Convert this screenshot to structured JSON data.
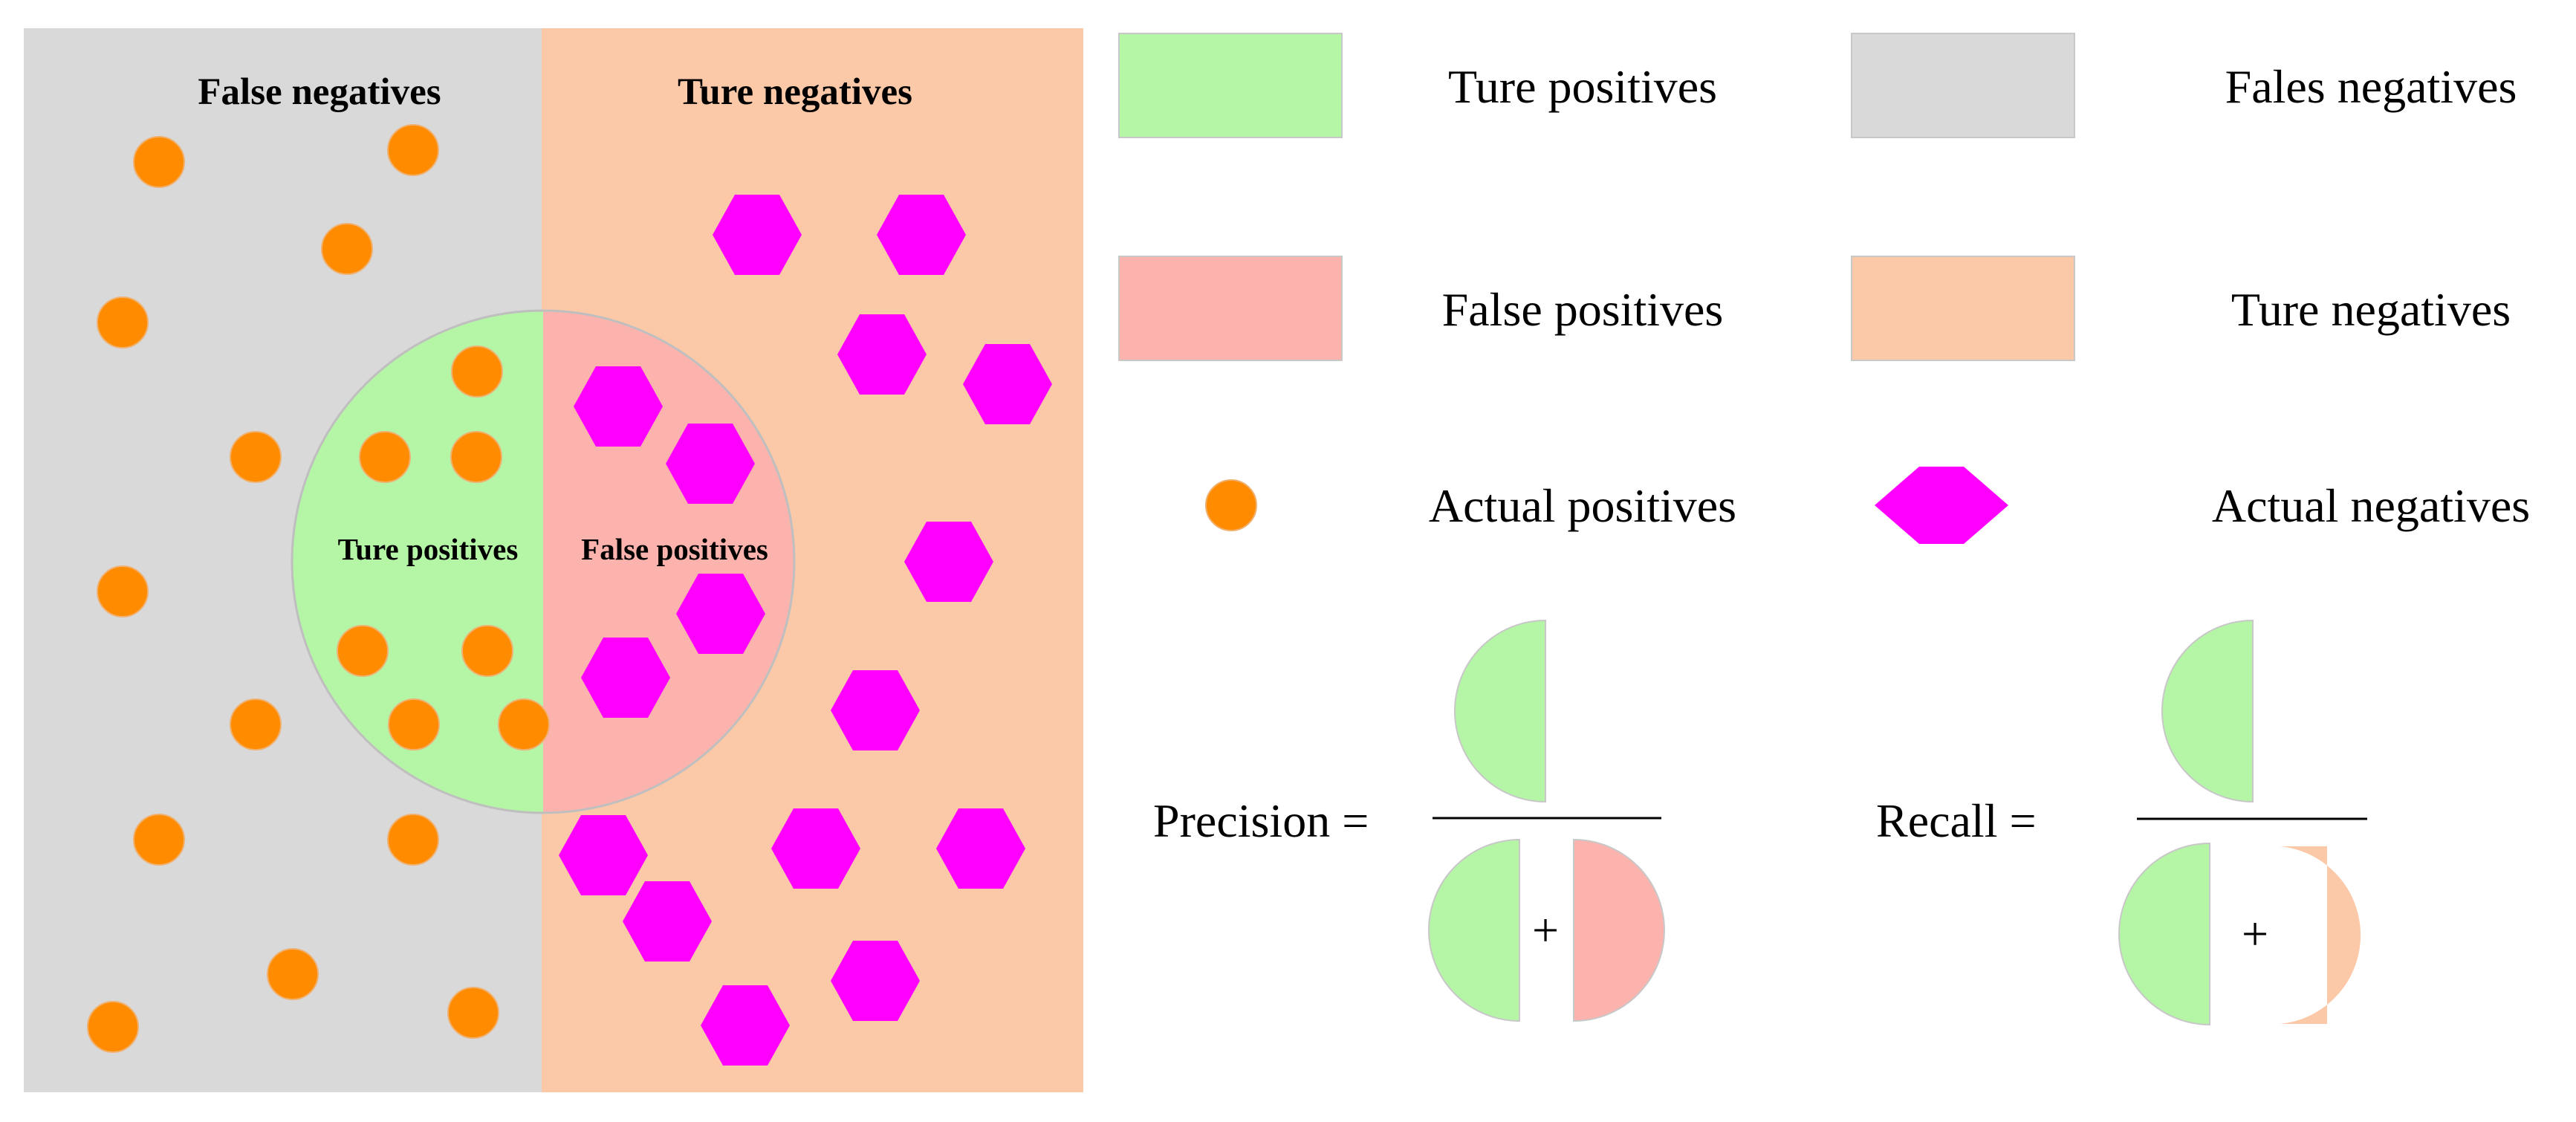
{
  "diagram": {
    "panels": {
      "left_title": "False negatives",
      "right_title": "Ture negatives"
    },
    "circle": {
      "left_label": "Ture positives",
      "right_label": "False positives"
    },
    "legend": [
      {
        "label": "Ture positives",
        "swatch": "rect",
        "color": "#b5f5a6"
      },
      {
        "label": "Fales negatives",
        "swatch": "rect",
        "color": "#d9d9d9"
      },
      {
        "label": "False positives",
        "swatch": "rect",
        "color": "#fdb3ad"
      },
      {
        "label": "Ture negatives",
        "swatch": "rect",
        "color": "#fcc9a8"
      },
      {
        "label": "Actual positives",
        "swatch": "circle",
        "color": "#ff8c00"
      },
      {
        "label": "Actual negatives",
        "swatch": "hexagon",
        "color": "#ff00ff"
      }
    ],
    "formulas": {
      "precision_label": "Precision =",
      "recall_label": "Recall =",
      "plus_sign": "+"
    },
    "colors": {
      "true_positive": "#b5f5a6",
      "false_negative": "#d9d9d9",
      "false_positive": "#fdb3ad",
      "true_negative": "#fcc9a8",
      "actual_positive": "#ff8c00",
      "actual_negative": "#ff00ff"
    }
  }
}
